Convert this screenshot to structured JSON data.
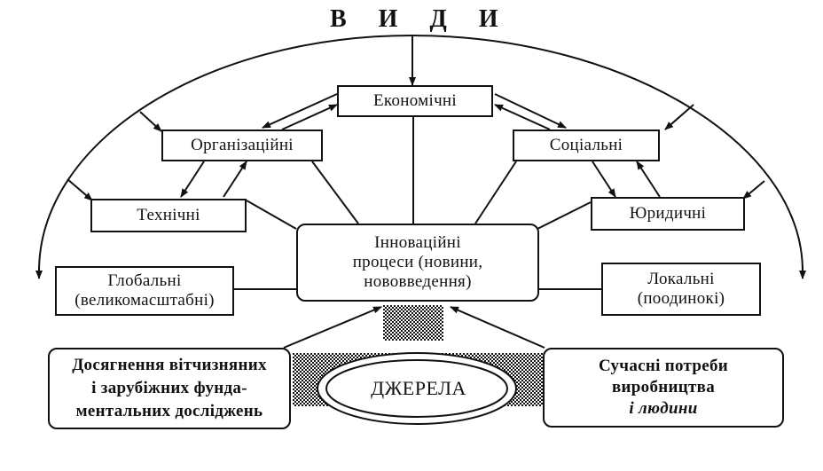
{
  "diagram": {
    "title": "ВИДИ",
    "center": "Інноваційні\nпроцеси (новини,\nнововведення)",
    "types": {
      "economic": "Економічні",
      "organizational": "Організаційні",
      "social": "Соціальні",
      "technical": "Технічні",
      "legal": "Юридичні",
      "global": "Глобальні\n(великомасштабні)",
      "local": "Локальні\n(поодинокі)"
    },
    "sources": {
      "label": "ДЖЕРЕЛА",
      "left": "Досягнення вітчизняних\nі зарубіжних фунда-\nментальних досліджень",
      "right_line1": "Сучасні потреби",
      "right_line2": "виробництва",
      "right_line3": "і людини"
    }
  }
}
